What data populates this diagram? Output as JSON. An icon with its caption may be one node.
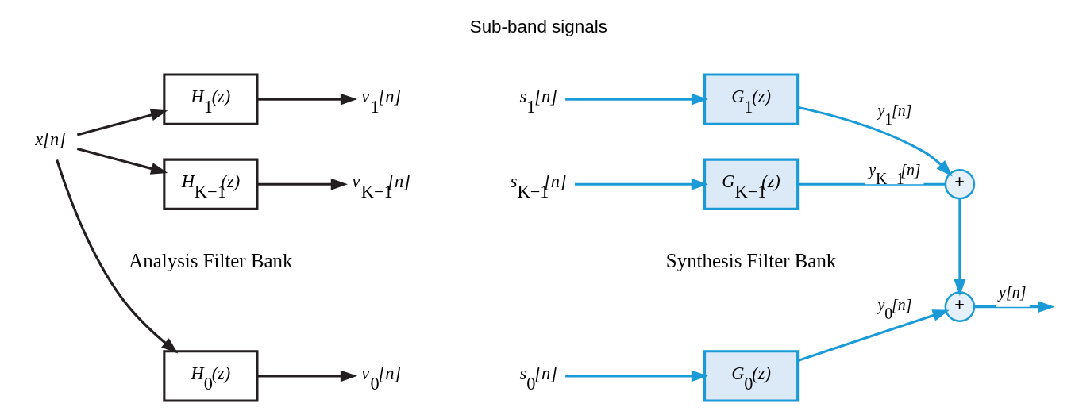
{
  "diagram": {
    "nodes": [
      {
        "text": [
          "x[n]"
        ]
      },
      {
        "text": [
          "H$_{0}$(z)"
        ]
      },
      {
        "text": [
          "H$_{1}$(z)"
        ]
      },
      {
        "text": [
          "H$_{K−1}$(z)"
        ]
      },
      {
        "text": [
          "v$_{0}$[n]"
        ]
      },
      {
        "text": [
          "v$_{1}$[n]"
        ]
      },
      {
        "text": [
          "v$_{K−1}$[n]"
        ]
      },
      {
        "text": [
          "s$_{0}$[n]"
        ]
      },
      {
        "text": [
          "s$_{1}$[n]"
        ]
      },
      {
        "text": [
          "s$_{K−1}$[n]"
        ]
      },
      {
        "text": [
          "G$_{0}$(z)"
        ]
      },
      {
        "text": [
          "G$_{1}$(z)"
        ]
      },
      {
        "text": [
          "G$_{K−1}$(z)"
        ]
      },
      {
        "text": [
          "+"
        ]
      },
      {
        "text": [
          "+"
        ]
      }
    ],
    "edges": [
      {
        "from": 0,
        "to": 1,
        "arrow": "to",
        "color": "#231f20"
      },
      {
        "from": 0,
        "to": 2,
        "arrow": "to",
        "color": "#231f20"
      },
      {
        "from": 0,
        "to": 3,
        "arrow": "to",
        "color": "#231f20"
      },
      {
        "from": 1,
        "to": 4,
        "arrow": "to",
        "color": "#231f20"
      },
      {
        "from": 2,
        "to": 5,
        "arrow": "to",
        "color": "#231f20"
      },
      {
        "from": 3,
        "to": 6,
        "arrow": "to",
        "color": "#231f20"
      },
      {
        "from": 7,
        "to": 10,
        "arrow": "to"
      },
      {
        "from": 8,
        "to": 11,
        "arrow": "to"
      },
      {
        "from": 9,
        "to": 12,
        "arrow": "to"
      },
      {
        "from": 10,
        "to": 13,
        "arrow": "to",
        "label": "y$_{0}$[n]"
      },
      {
        "from": 11,
        "to": 14,
        "arrow": "to",
        "label": "y$_{1}$[n]"
      },
      {
        "from": 12,
        "to": 14,
        "arrow": "none",
        "label": "y$_{K−1}$[n]"
      },
      {
        "from": 14,
        "to": 13,
        "arrow": "to"
      },
      {
        "from": 13,
        "to": null,
        "arrow": "to",
        "label": "y[n]"
      }
    ],
    "labels": [
      "Analysis Filter Bank",
      "Sub-band signals",
      "Synthesis Filter Bank"
    ]
  }
}
